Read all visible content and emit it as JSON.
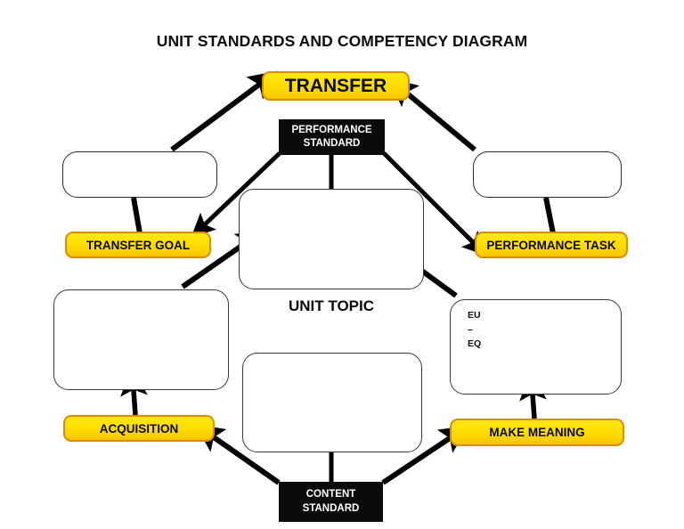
{
  "title": "UNIT STANDARDS AND COMPETENCY DIAGRAM",
  "center": {
    "caption": "UNIT TOPIC"
  },
  "stage_labels": {
    "transfer": "TRANSFER",
    "transfer_goal": "TRANSFER GOAL",
    "performance_task": "PERFORMANCE TASK",
    "acquisition": "ACQUISITION",
    "make_meaning": "MAKE MEANING"
  },
  "standard_labels": {
    "performance_standard_line1": "PERFORMANCE",
    "performance_standard_line2": "STANDARD",
    "content_standard_line1": "CONTENT",
    "content_standard_line2": "STANDARD"
  },
  "eu_eq_box": {
    "line1": "EU",
    "line2": "–",
    "line3": "EQ"
  },
  "blank_boxes": {
    "transfer_goal_answer": "",
    "performance_task_answer": "",
    "center_answer": "",
    "acquisition_answer": "",
    "content_answer": ""
  },
  "colors": {
    "yellow_fill": "#FFE000",
    "yellow_border": "#D98D07",
    "black_fill": "#0B0B0B",
    "box_outline": "#2B2B2B",
    "text_dark": "#0A0A0A",
    "text_light": "#FFFFFF",
    "background": "#FFFFFF"
  }
}
